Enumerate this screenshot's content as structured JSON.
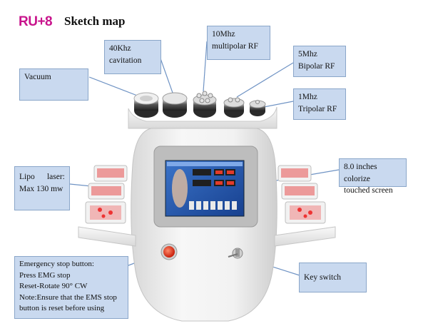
{
  "header": {
    "brand": "RU+8",
    "subtitle": "Sketch map",
    "brand_color": "#c8148c"
  },
  "callouts": {
    "cavitation": [
      "40Khz",
      "cavitation"
    ],
    "multipolar": [
      "10Mhz",
      "multipolar RF"
    ],
    "bipolar": [
      "5Mhz",
      "Bipolar RF"
    ],
    "tripolar": [
      "1Mhz",
      "Tripolar RF"
    ],
    "vacuum": [
      "Vacuum"
    ],
    "screen": [
      "8.0 inches colorize",
      "touched screen"
    ],
    "lipo": [
      "Lipo      laser:",
      "Max 130 mw"
    ],
    "emergency": [
      "Emergency stop button:",
      "Press EMG stop",
      "Reset-Rotate 90°  CW",
      "Note:Ensure that the EMS stop",
      "button is reset before using"
    ],
    "key": [
      "Key switch"
    ]
  },
  "colors": {
    "callout_bg": "#c9d9ef",
    "leader_line": "#6f93c4",
    "machine_body": "#eeeeee",
    "screen_blue": "#2b5db3",
    "stop_button": "#e03a1e"
  }
}
